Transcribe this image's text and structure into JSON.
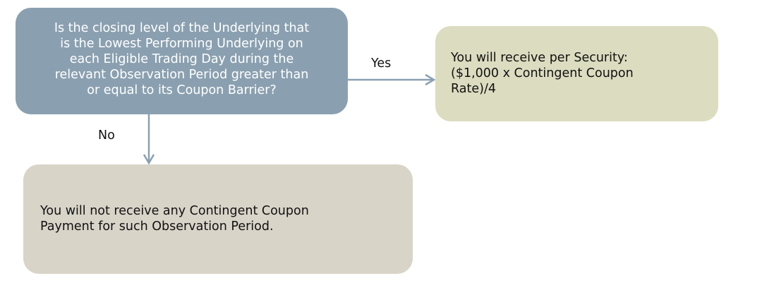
{
  "question": {
    "lines": [
      "Is the closing level of the Underlying that",
      "is the Lowest Performing Underlying on",
      "each Eligible Trading Day during the",
      "relevant Observation Period greater than",
      "or equal to its Coupon Barrier?"
    ]
  },
  "yes_branch": {
    "label": "Yes",
    "lines": [
      "You will receive per Security:",
      "($1,000 x Contingent Coupon",
      "Rate)/4"
    ]
  },
  "no_branch": {
    "label": "No",
    "lines": [
      "You will not receive any Contingent Coupon",
      "Payment for such Observation Period."
    ]
  },
  "colors": {
    "question_box": "#8aa0b0",
    "yes_box": "#dcdcc0",
    "no_box": "#d8d4c8",
    "connector": "#8aa0b0"
  }
}
